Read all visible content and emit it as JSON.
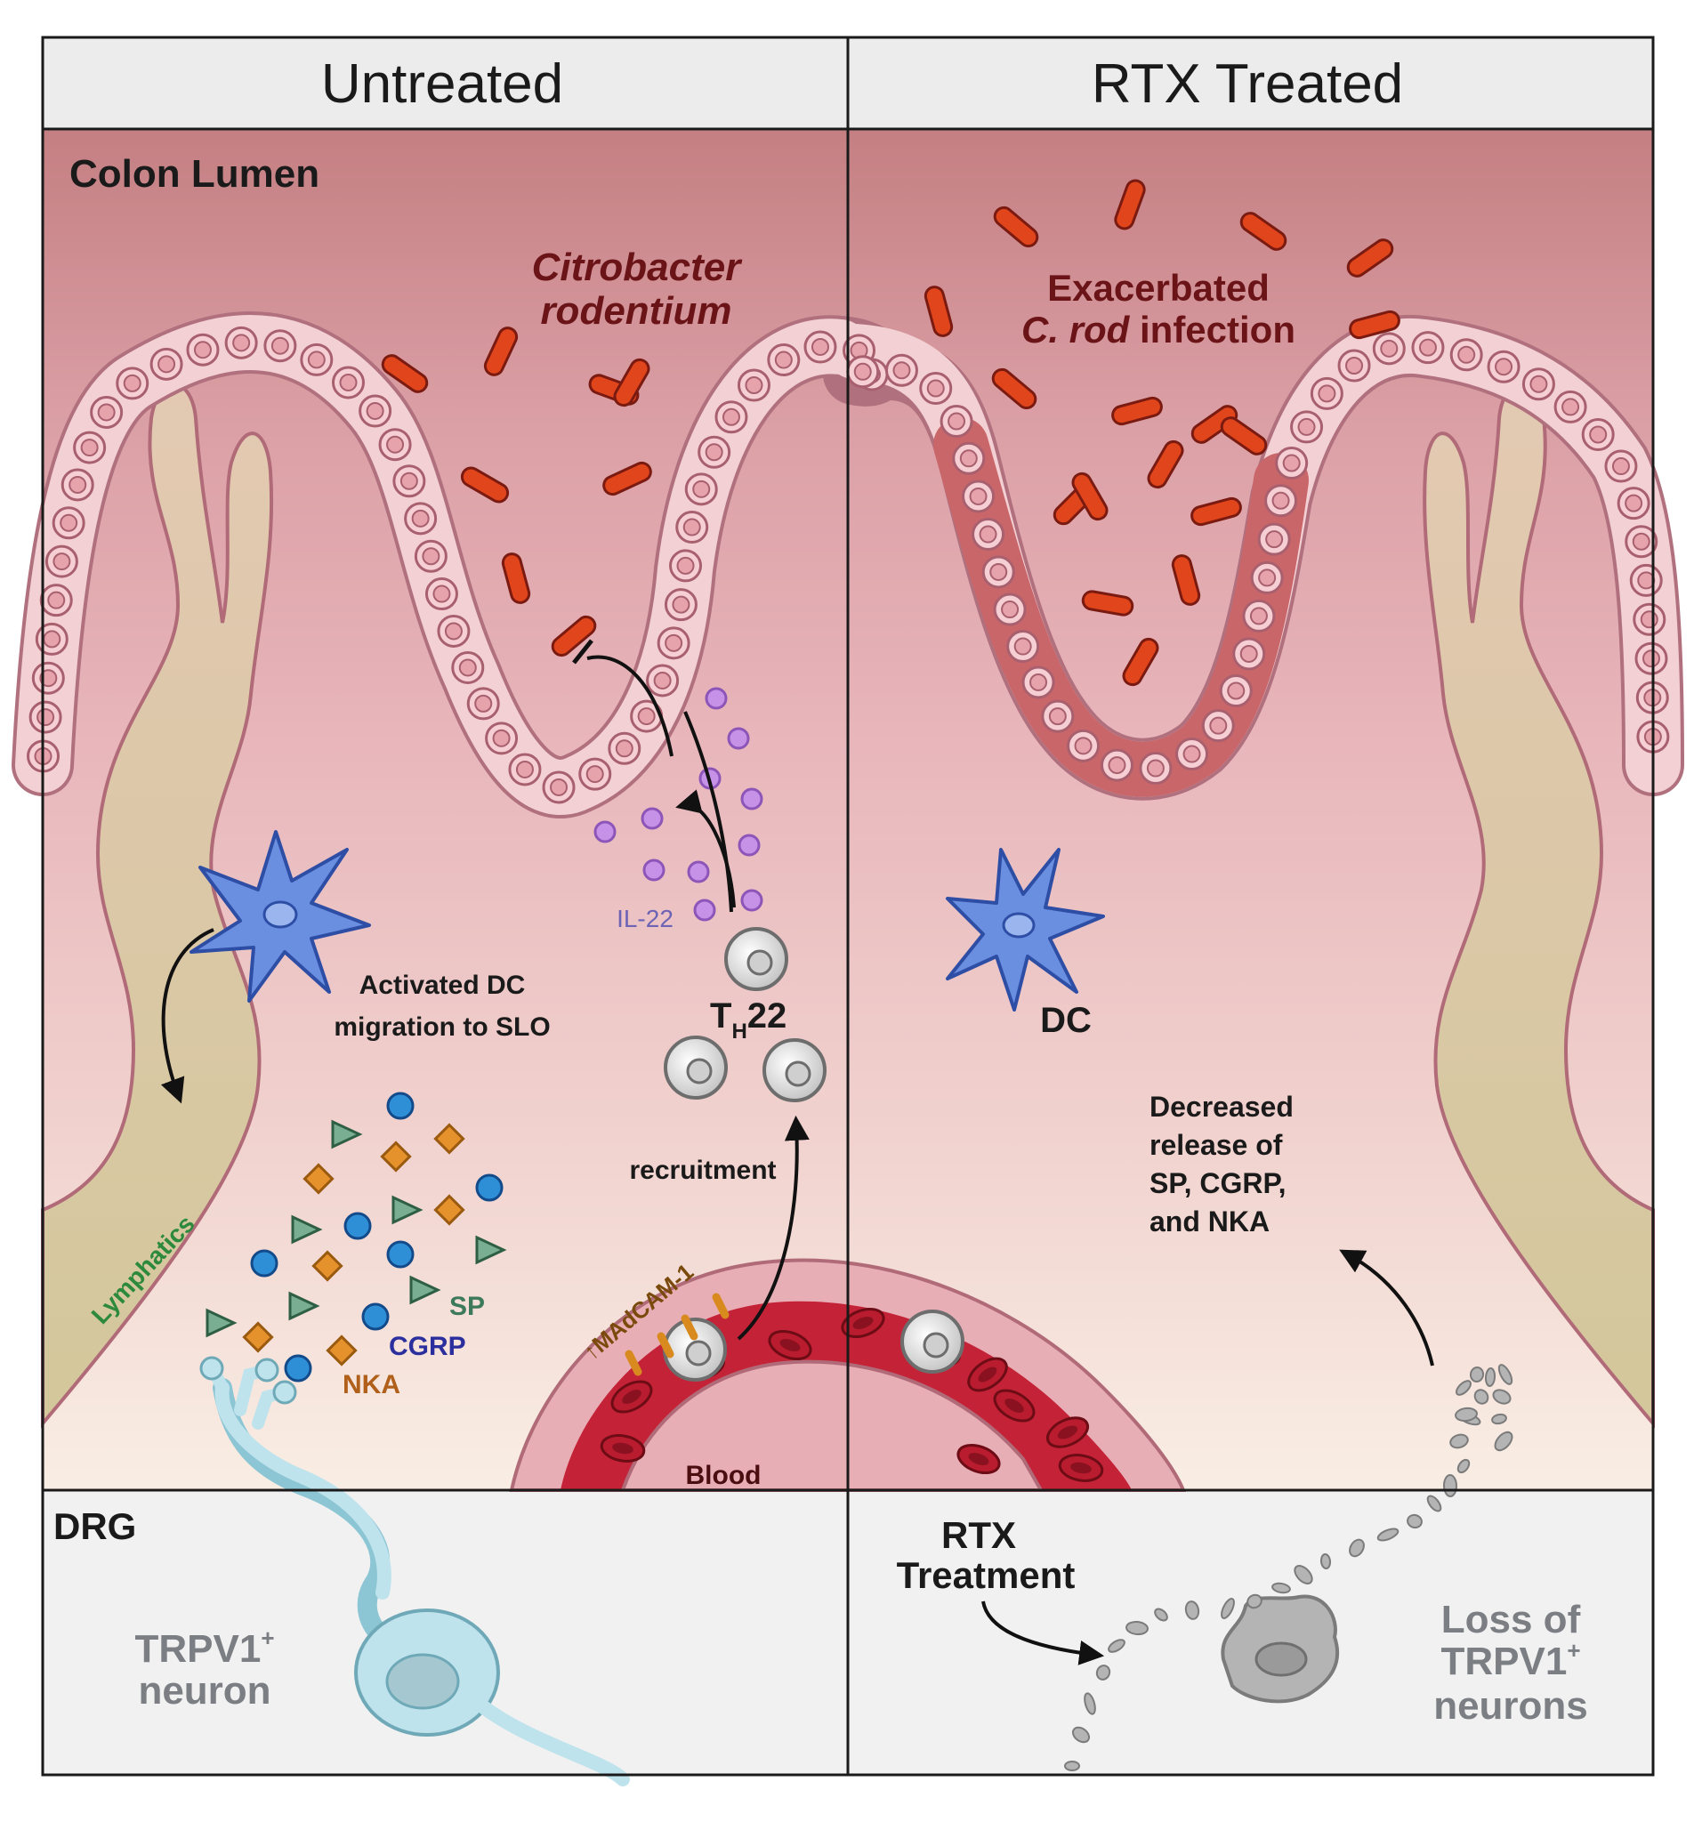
{
  "headers": {
    "left": "Untreated",
    "right": "RTX Treated"
  },
  "regions": {
    "lumen": "Colon Lumen",
    "drg": "DRG",
    "lymphatics": "Lymphatics",
    "blood": "Blood"
  },
  "left": {
    "bacteria_line1": "Citrobacter",
    "bacteria_line2": "rodentium",
    "il22": "IL-22",
    "th22_main": "T",
    "th22_sub": "H",
    "th22_num": "22",
    "dc_line1": "Activated DC",
    "dc_line2": "migration to SLO",
    "recruitment": "recruitment",
    "madcam": "↑MAdCAM-1",
    "sp": "SP",
    "cgrp": "CGRP",
    "nka": "NKA",
    "neuron_line1": "TRPV1",
    "neuron_sup": "+",
    "neuron_line2": "neuron"
  },
  "right": {
    "infection_line1": "Exacerbated",
    "infection_italic": "C. rod",
    "infection_rest": " infection",
    "dc": "DC",
    "decreased_line1": "Decreased",
    "decreased_line2": "release of",
    "decreased_line3": "SP, CGRP,",
    "decreased_line4": "and NKA",
    "rtx_line1": "RTX",
    "rtx_line2": "Treatment",
    "loss_line1": "Loss of",
    "loss_line2": "TRPV1",
    "loss_sup": "+",
    "loss_line3": "neurons"
  },
  "colors": {
    "lumen_top": "#c47f82",
    "tissue": "#e8b3b8",
    "bottom": "#f8ece2",
    "bacteria": "#e0451c",
    "dark_red_text": "#6b1418",
    "dc": "#6b8fe0",
    "il22": "#c592e8",
    "sp": "#7aae92",
    "cgrp": "#2f8fd6",
    "nka": "#e5922d",
    "neuron": "#bfe3ec",
    "blood": "#c42237"
  }
}
